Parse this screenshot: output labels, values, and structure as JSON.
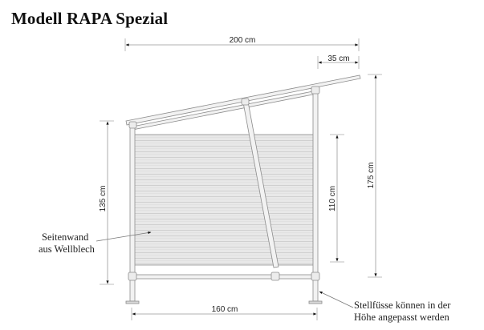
{
  "title": "Modell RAPA Spezial",
  "dimensions": {
    "total_width": "200 cm",
    "overhang": "35 cm",
    "base_width": "160 cm",
    "left_height": "135 cm",
    "panel_height": "110 cm",
    "total_height": "175 cm"
  },
  "annotations": {
    "wall_line1": "Seitenwand",
    "wall_line2": "aus Wellblech",
    "feet_line1": "Stellfüsse können in der",
    "feet_line2": "Höhe angepasst werden"
  },
  "colors": {
    "frame": "#8c8c8c",
    "frame_fill": "#f2f2f2",
    "panel": "#e6e6e6",
    "panel_lines": "#d2d2d2",
    "dim_line": "#9a9a9a",
    "arrow": "#111111"
  }
}
